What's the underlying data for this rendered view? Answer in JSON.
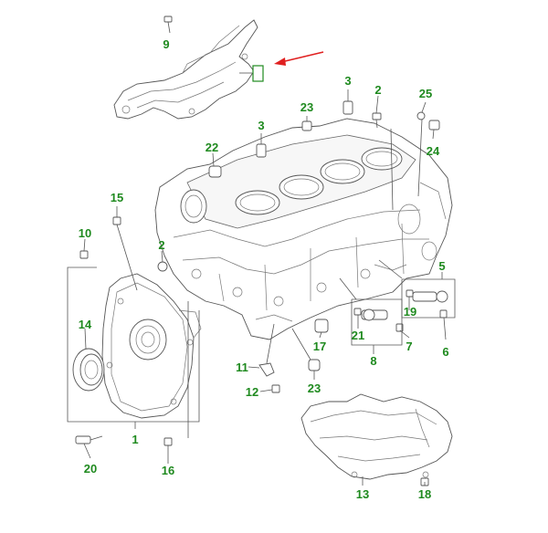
{
  "diagram": {
    "callouts": [
      "9",
      "3",
      "2",
      "23",
      "25",
      "24",
      "3",
      "22",
      "15",
      "10",
      "2",
      "5",
      "14",
      "19",
      "21",
      "17",
      "7",
      "6",
      "8",
      "11",
      "12",
      "23",
      "1",
      "20",
      "16",
      "13",
      "18"
    ],
    "highlight_label": "",
    "colors": {
      "callout": "#1f8a1f",
      "line": "#555555",
      "arrow": "#e02020",
      "highlight": "#1f8a1f"
    }
  }
}
